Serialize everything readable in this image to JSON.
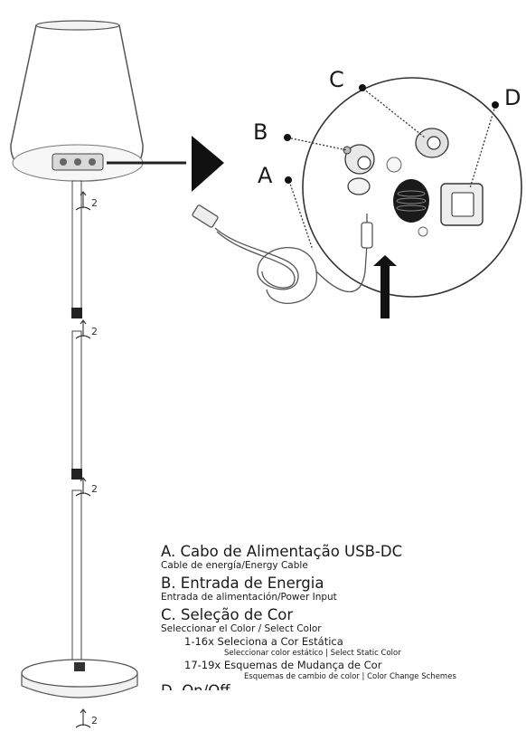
{
  "callouts": {
    "a": "A",
    "b": "B",
    "c": "C",
    "d": "D"
  },
  "rotate_marks": [
    "2",
    "2",
    "2",
    "2"
  ],
  "legend": {
    "a_title": "A. Cabo de Alimentação USB-DC",
    "a_sub": "Cable de energía/Energy Cable",
    "b_title": "B. Entrada de Energia",
    "b_sub": "Entrada de alimentación/Power Input",
    "c_title": "C. Seleção de Cor",
    "c_sub": "Seleccionar el Color / Select Color",
    "c_opt1": "1-16x Seleciona a Cor Estática",
    "c_opt1_sub": "Seleccionar color estático | Select Static Color",
    "c_opt2": "17-19x Esquemas de Mudança de Cor",
    "c_opt2_sub": "Esquemas de cambio de color | Color Change Schemes",
    "d_title": "D. On/Off"
  }
}
